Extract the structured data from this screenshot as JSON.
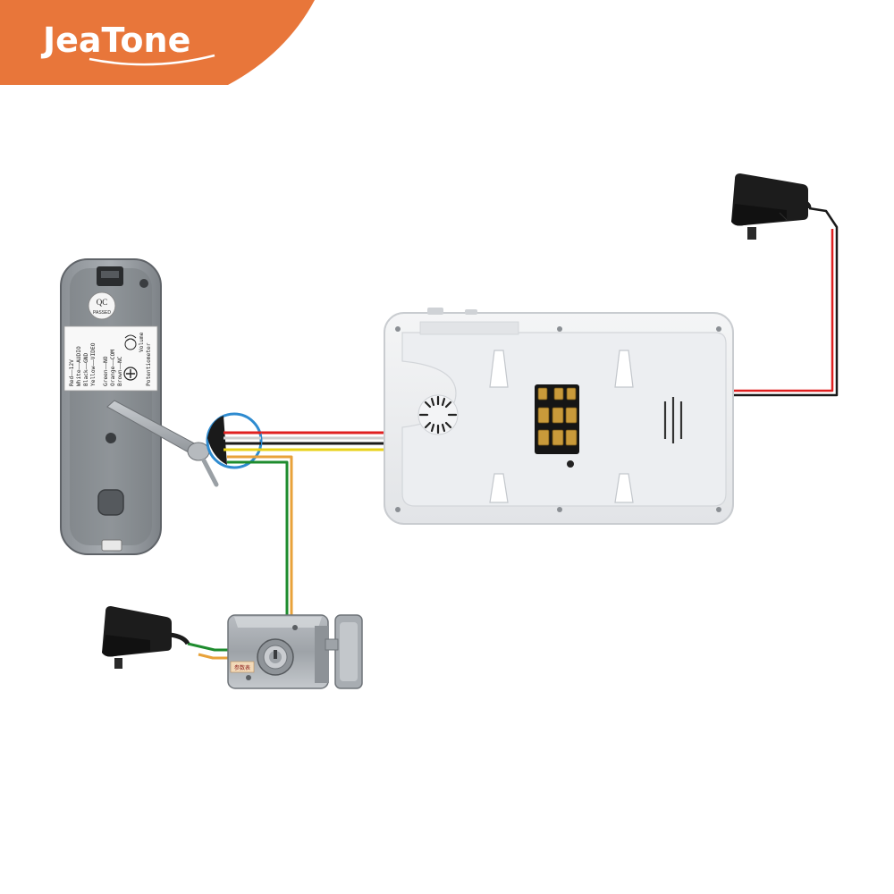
{
  "brand": {
    "name": "JeaTone",
    "accent_color": "#E8763A"
  },
  "camera": {
    "qc_sticker": {
      "line1": "QC",
      "line2": "PASSED"
    },
    "label": {
      "col1": [
        "Red——12V",
        "White——AUDIO",
        "Black——GND",
        "Yellow——VIDEO"
      ],
      "col2": [
        "Green——NO",
        "Orange——COM",
        "Brown——NC"
      ],
      "col3": [
        "Volume",
        "Potentiometer"
      ]
    }
  },
  "lock": {
    "sticker": "参数表"
  },
  "wire_colors": {
    "red": "#E02020",
    "black": "#1A1A1A",
    "white": "#F4F4F4",
    "yellow": "#E8D21A",
    "green": "#1E8C2E",
    "orange": "#E8A23A"
  },
  "icons": [
    "power-adapter-icon",
    "speaker-grille-icon",
    "terminal-block-icon",
    "volume-dial-icon"
  ]
}
